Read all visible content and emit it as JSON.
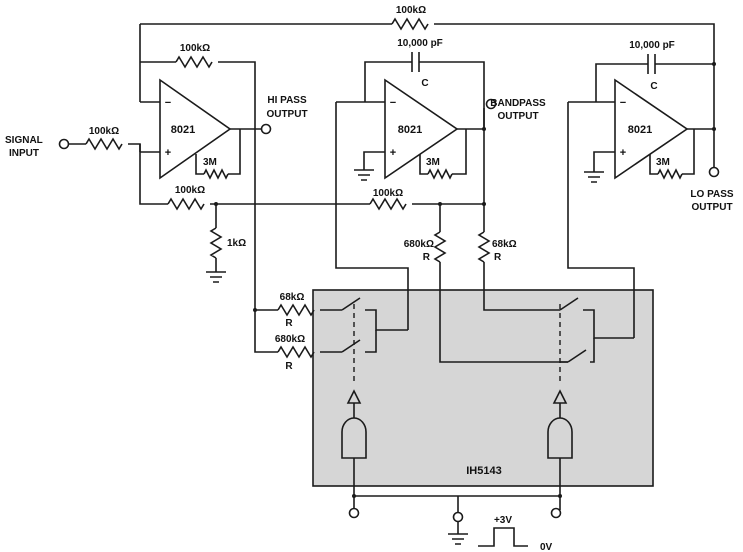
{
  "colors": {
    "line": "#1b1b1b",
    "chip_fill": "#d6d6d6",
    "background": "#ffffff"
  },
  "chip_name": "IH5143",
  "opamps": {
    "part": "8021",
    "minus": "−",
    "plus": "+"
  },
  "labels": {
    "signal_input_1": "SIGNAL",
    "signal_input_2": "INPUT",
    "hipass_1": "HI PASS",
    "hipass_2": "OUTPUT",
    "bandpass_1": "BANDPASS",
    "bandpass_2": "OUTPUT",
    "lopass_1": "LO PASS",
    "lopass_2": "OUTPUT",
    "cap_value": "10,000 pF",
    "cap_letter": "C",
    "feedback_3m": "3M",
    "r_top": "100kΩ",
    "r_fb1": "100kΩ",
    "r_input": "100kΩ",
    "r_sum": "100kΩ",
    "r_loop": "100kΩ",
    "r_ground": "1kΩ",
    "r_68k": "68kΩ",
    "r_680k": "680kΩ",
    "r_letter": "R",
    "clock_high": "+3V",
    "clock_low": "0V"
  }
}
